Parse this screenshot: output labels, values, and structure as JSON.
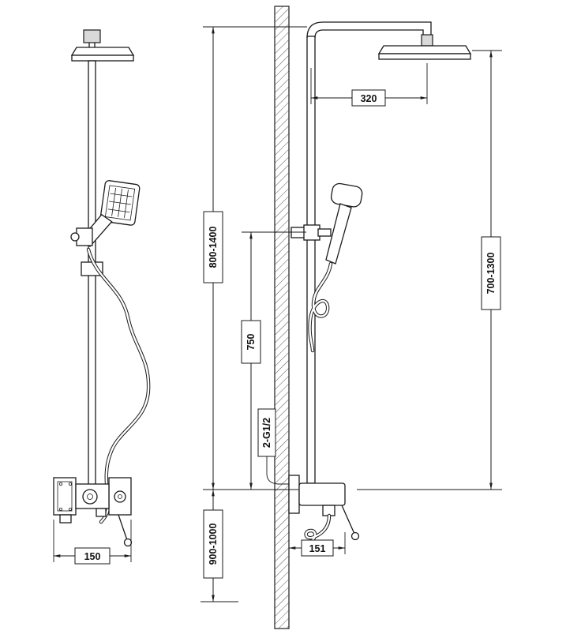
{
  "colors": {
    "line": "#1a1a1a",
    "background": "#ffffff"
  },
  "labels": {
    "dim_320": "320",
    "dim_800_1400": "800-1400",
    "dim_750": "750",
    "dim_700_1300": "700-1300",
    "dim_2_g12": "2-G1/2",
    "dim_900_1000": "900-1000",
    "dim_150": "150",
    "dim_151": "151"
  }
}
